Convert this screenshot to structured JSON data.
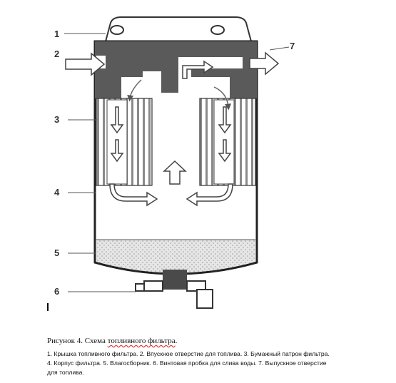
{
  "figure": {
    "labels": {
      "n1": "1",
      "n2": "2",
      "n3": "3",
      "n4": "4",
      "n5": "5",
      "n6": "6",
      "n7": "7"
    }
  },
  "caption": {
    "prefix": "Рисунок 4. Схема ",
    "underlined": "топливного фильтра"
  },
  "legend": {
    "line1": "1. Крышка топливного фильтра. 2. Впускное отверстие для топлива. 3. Бумажный патрон фильтра.",
    "line2": "4. Корпус фильтра. 5. Влагосборник. 6. Винтовая пробка для слива воды. 7. Выпускное отверстие",
    "line3": "для топлива."
  }
}
